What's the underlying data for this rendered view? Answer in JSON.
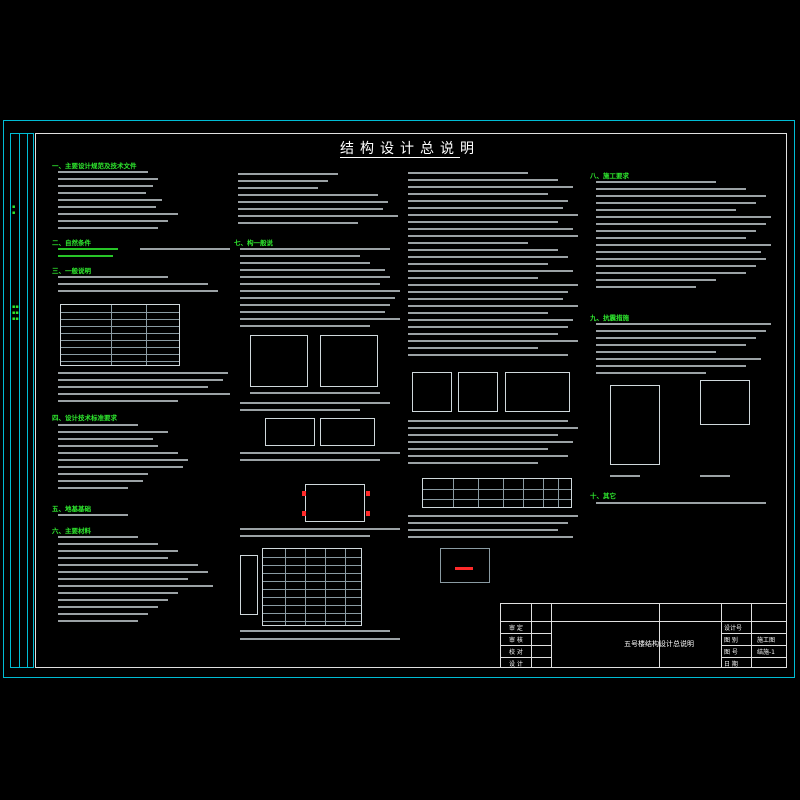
{
  "drawing": {
    "title": "结构设计总说明",
    "project_name": "五号楼结构设计总说明"
  },
  "sections": {
    "s1": "一、主要设计规范及技术文件",
    "s2": "二、自然条件",
    "s3": "三、一般说明",
    "s4": "四、设计技术标准要求",
    "s5": "五、地基基础",
    "s6": "六、主要材料",
    "s7": "七、构一般说",
    "s8": "八、施工要求",
    "s9": "九、抗震措施",
    "s10": "十、其它"
  },
  "title_block": {
    "labels": [
      "审 定",
      "审 核",
      "校 对",
      "设 计"
    ],
    "right_labels": [
      "设计号",
      "图 别",
      "图 号",
      "日 期"
    ],
    "right_values": [
      "",
      "施工图",
      "结施-1",
      ""
    ]
  },
  "colors": {
    "frame": "#00bcd4",
    "text": "#ffffff",
    "heading": "#2ee82e",
    "highlight": "#ff2a2a"
  }
}
